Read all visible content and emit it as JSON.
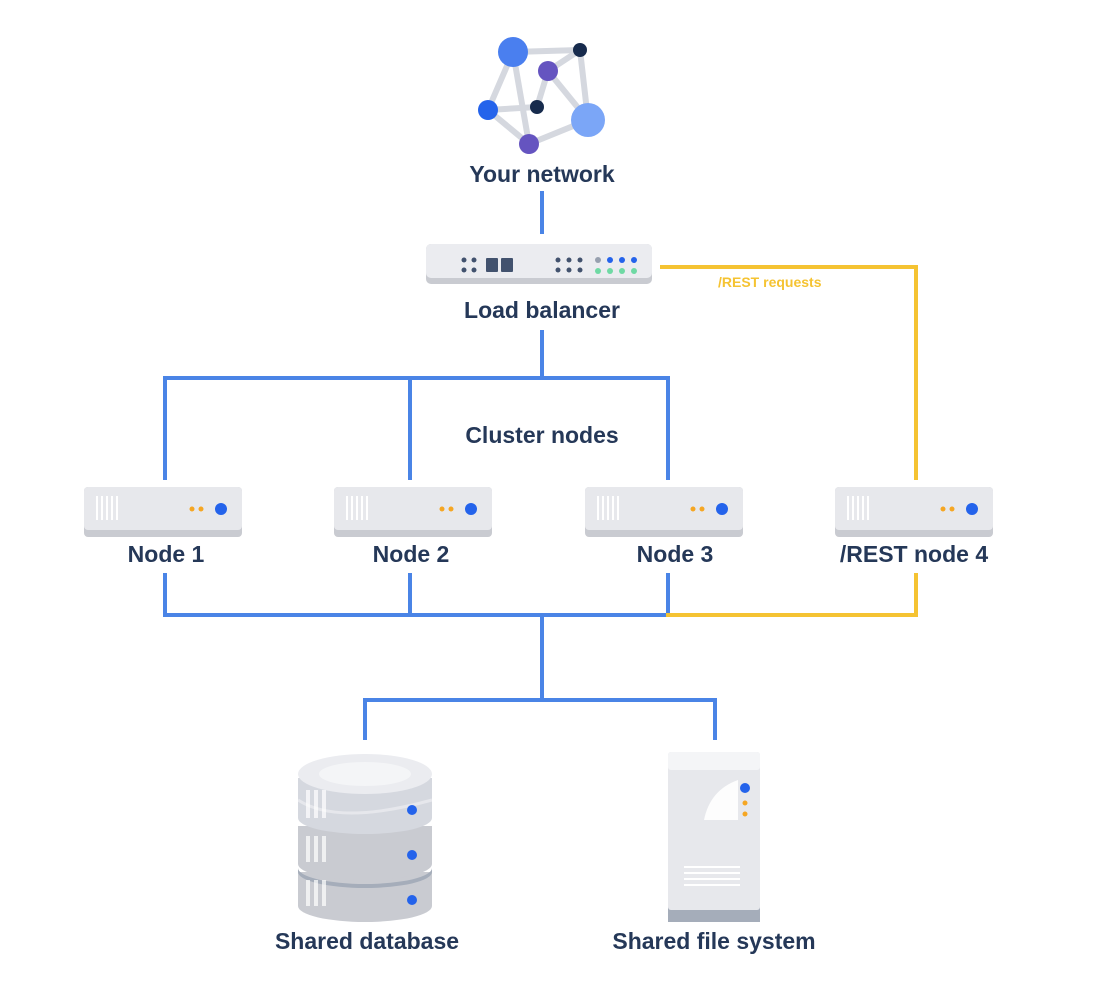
{
  "colors": {
    "connection_blue": "#4A84E6",
    "rest_yellow": "#F5C332",
    "label_navy": "#253858",
    "device_gray": "#E7E8EC",
    "device_shadow": "#C9CBD1",
    "led_orange": "#F5A623",
    "led_blue": "#2463EB",
    "led_green": "#6FD9A4"
  },
  "network": {
    "label": "Your network",
    "icon": "network-graph-icon"
  },
  "load_balancer": {
    "label": "Load balancer",
    "icon": "load-balancer-icon"
  },
  "rest_link": {
    "label": "/REST requests"
  },
  "cluster": {
    "label": "Cluster nodes",
    "nodes": [
      {
        "label": "Node 1",
        "icon": "server-icon"
      },
      {
        "label": "Node 2",
        "icon": "server-icon"
      },
      {
        "label": "Node 3",
        "icon": "server-icon"
      },
      {
        "label": "/REST node 4",
        "icon": "server-icon"
      }
    ]
  },
  "storage": {
    "database": {
      "label": "Shared database",
      "icon": "database-icon"
    },
    "filesystem": {
      "label": "Shared file system",
      "icon": "file-server-icon"
    }
  }
}
